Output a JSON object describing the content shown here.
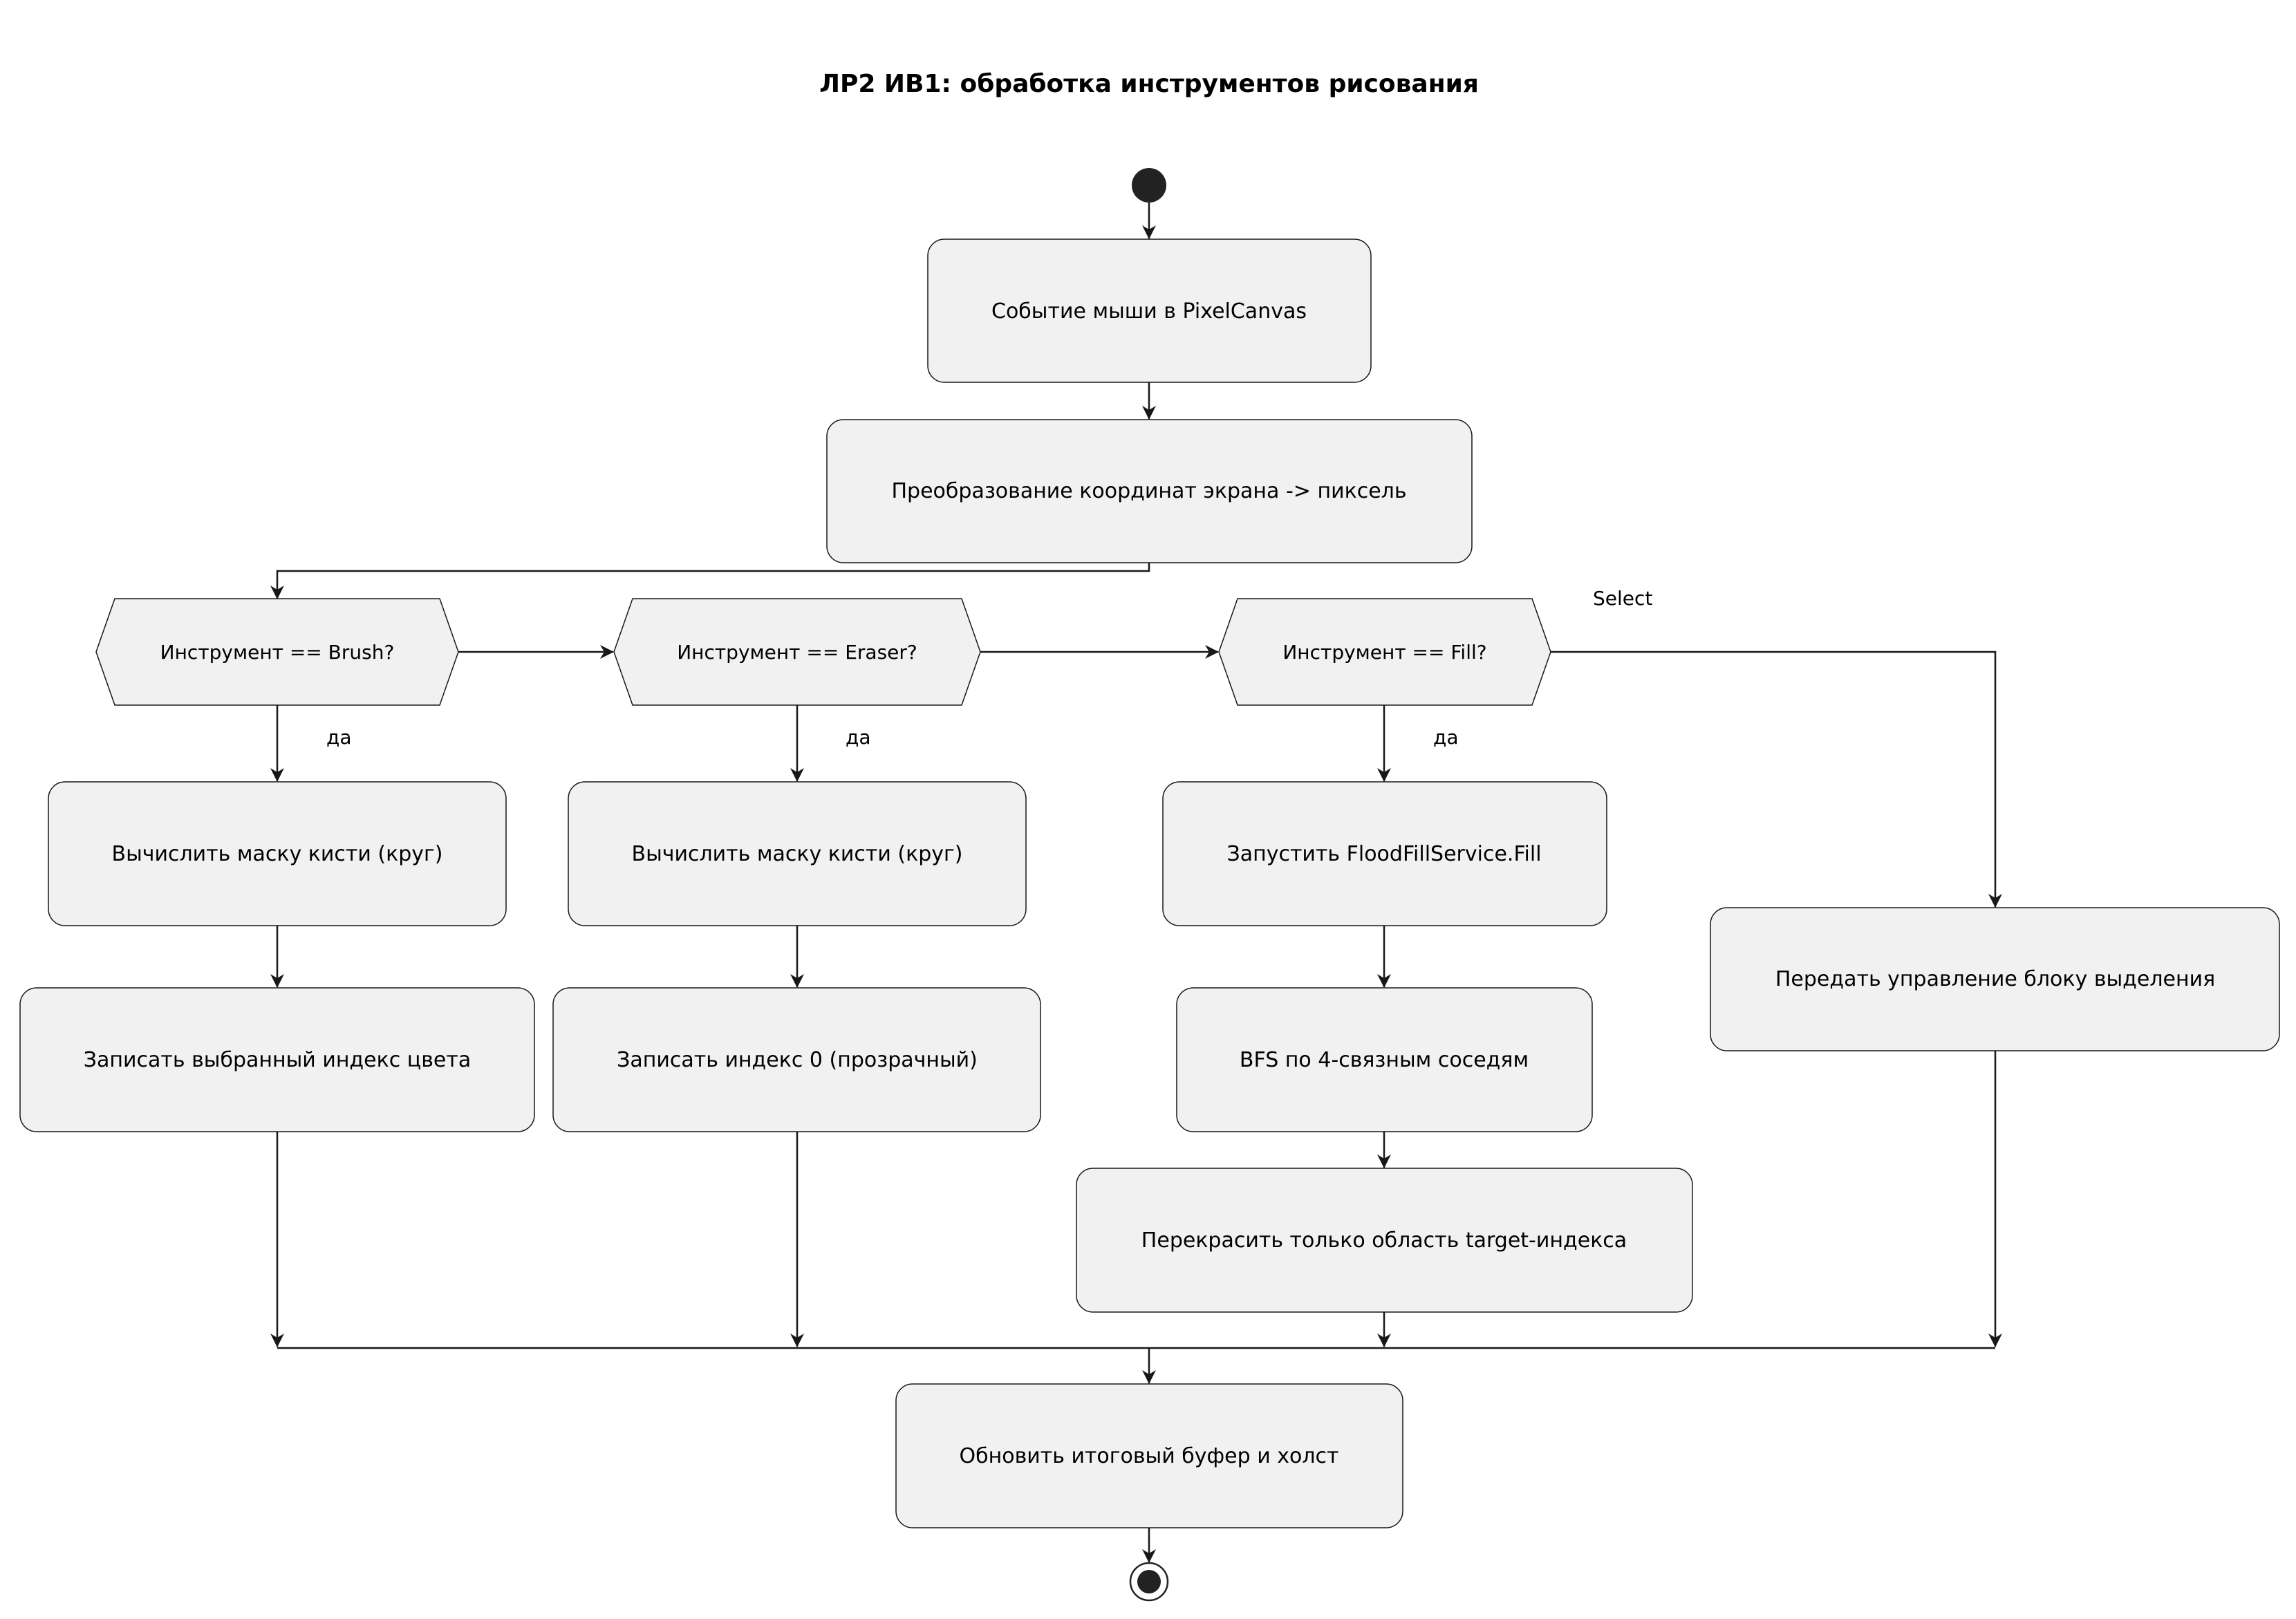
{
  "title": "ЛР2 ИВ1: обработка инструментов рисования",
  "actions": {
    "mouse_event": "Событие мыши в PixelCanvas",
    "convert_coords": "Преобразование координат экрана -> пиксель",
    "brush_mask": "Вычислить маску кисти (круг)",
    "brush_write": "Записать выбранный индекс цвета",
    "eraser_mask": "Вычислить маску кисти (круг)",
    "eraser_write": "Записать индекс 0 (прозрачный)",
    "fill_run": "Запустить FloodFillService.Fill",
    "fill_bfs": "BFS по 4-связным соседям",
    "fill_repaint": "Перекрасить только область target-индекса",
    "select_pass": "Передать управление блоку выделения",
    "update_buffer": "Обновить итоговый буфер и холст"
  },
  "decisions": {
    "brush": "Инструмент == Brush?",
    "eraser": "Инструмент == Eraser?",
    "fill": "Инструмент == Fill?"
  },
  "labels": {
    "brush_yes": "да",
    "eraser_yes": "да",
    "fill_yes": "да",
    "select": "Select"
  },
  "colors": {
    "node_fill": "#f1f1f1",
    "stroke": "#181818",
    "background": "#ffffff"
  }
}
